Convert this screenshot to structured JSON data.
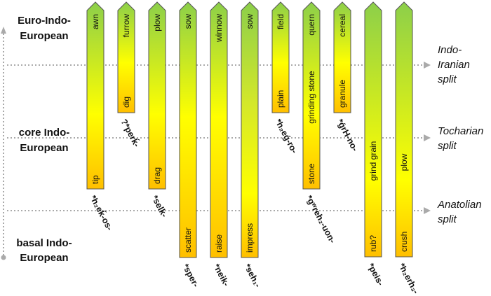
{
  "stages": [
    "Euro-Indo-",
    "European",
    "core Indo-",
    "European",
    "basal Indo-",
    "European"
  ],
  "splits": [
    {
      "line1": "Indo-",
      "line2": "Iranian",
      "line3": "split"
    },
    {
      "line1": "Tocharian",
      "line2": "split"
    },
    {
      "line1": "Anatolian",
      "line2": "split"
    }
  ],
  "bars": [
    {
      "top": "awn",
      "bottom": "tip",
      "root": "*h₂eḱ-os-"
    },
    {
      "top": "furrow",
      "bottom": "dig",
      "root": "?*perḱ-"
    },
    {
      "top": "plow",
      "bottom": "drag",
      "root": "*selk-"
    },
    {
      "top": "sow",
      "bottom": "scatter",
      "root": "*sper-"
    },
    {
      "top": "winnow",
      "bottom": "raise",
      "root": "*neik-"
    },
    {
      "top": "sow",
      "bottom": "impress",
      "root": "*seh₁-"
    },
    {
      "top": "field",
      "bottom": "plain",
      "root": "*h₂eǵ-ro-"
    },
    {
      "top": "quern",
      "middle": "grinding stone",
      "bottom": "stone",
      "root": "*gʷreh₂-uon-"
    },
    {
      "top": "cereal",
      "bottom": "granule",
      "root": "*ǵrH-no-"
    },
    {
      "middle": "grind grain",
      "bottom": "rub?",
      "root": "*peis-"
    },
    {
      "middle": "plow",
      "bottom": "crush",
      "root": "*h₂erh₃-"
    }
  ],
  "colors": {
    "green": "#8ccf4a",
    "yellow": "#ffff00",
    "orange": "#ffc000"
  }
}
